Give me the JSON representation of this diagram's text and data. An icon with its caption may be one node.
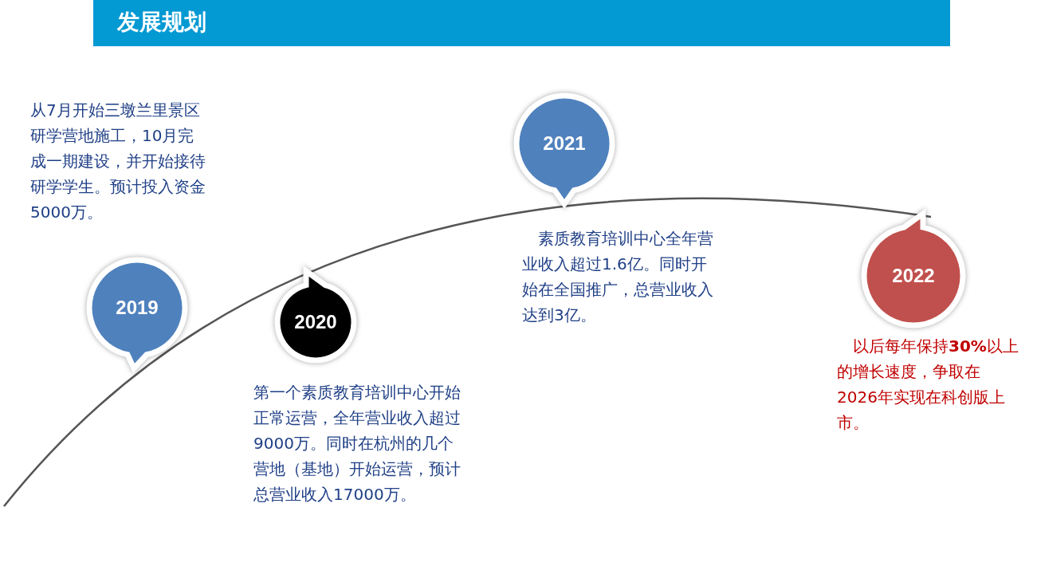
{
  "diagram": {
    "title": "发展规划",
    "nodes": [
      {
        "text": [
          "2019"
        ],
        "beside": [
          "从7月开始三墩兰里景区研学营地施工，10月完成一期建设，并开始接待研学学生。预计投入资金5000万。"
        ]
      },
      {
        "text": [
          "2020"
        ],
        "beside": [
          "第一个素质教育培训中心开始正常运营，全年营业收入超过9000万。同时在杭州的几个营地（基地）开始运营，预计总营业收入17000万。"
        ]
      },
      {
        "text": [
          "2021"
        ],
        "beside": [
          "素质教育培训中心全年营业收入超过1.6亿。同时开始在全国推广，总营业收入达到3亿。"
        ]
      },
      {
        "text": [
          "2022"
        ],
        "beside": [
          "以后每年保持**30%**以上的增长速度，争取在2026年实现在科创版上市。"
        ]
      }
    ]
  }
}
